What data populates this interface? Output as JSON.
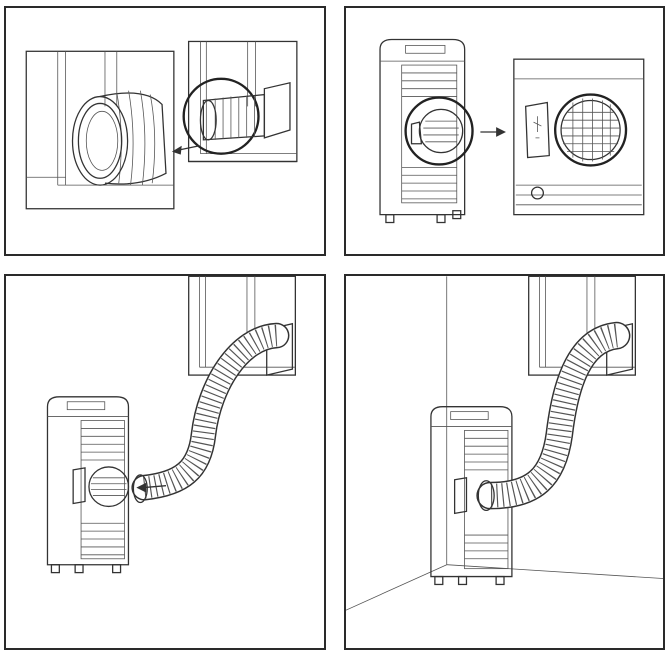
{
  "figure": {
    "panels": [
      {
        "id": "p1",
        "depicts": "hose-adapter-window-kit"
      },
      {
        "id": "p2",
        "depicts": "rear-exhaust-outlet-detail"
      },
      {
        "id": "p3",
        "depicts": "attach-hose-to-unit"
      },
      {
        "id": "p4",
        "depicts": "hose-installed"
      }
    ],
    "icons": [
      "arrow-left-icon",
      "arrow-right-icon",
      "magnify-circle-icon"
    ],
    "colors": {
      "line": "#333333",
      "frame": "#2a2a2a",
      "fill": "#ffffff"
    }
  }
}
